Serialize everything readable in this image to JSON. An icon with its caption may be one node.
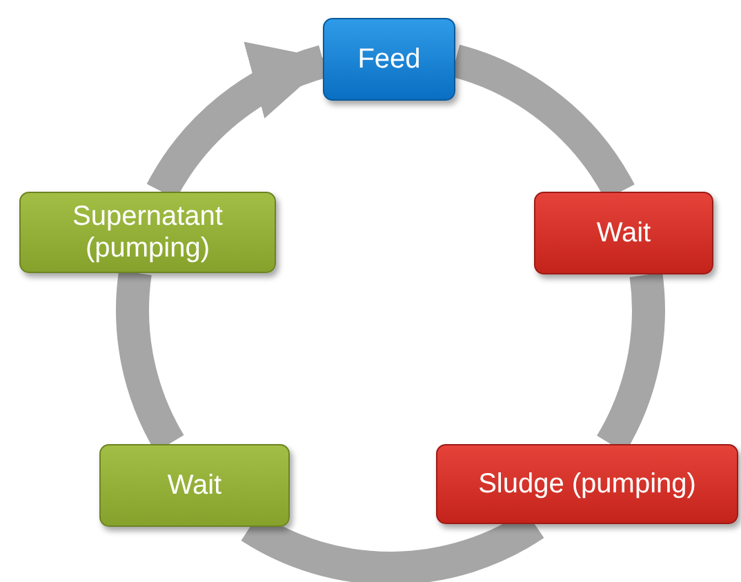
{
  "diagram": {
    "nodes": [
      {
        "text": [
          "Feed"
        ]
      },
      {
        "text": [
          "Wait"
        ]
      },
      {
        "text": [
          "Sludge (pumping)"
        ]
      },
      {
        "text": [
          "Wait"
        ]
      },
      {
        "text": [
          "Supernatant (pumping)"
        ]
      }
    ],
    "edges": [
      {
        "from": 0,
        "to": 1,
        "arrow": "none"
      },
      {
        "from": 1,
        "to": 2,
        "arrow": "none"
      },
      {
        "from": 2,
        "to": 3,
        "arrow": "none"
      },
      {
        "from": 3,
        "to": 4,
        "arrow": "none"
      },
      {
        "from": 4,
        "to": 0,
        "arrow": "to"
      }
    ]
  }
}
